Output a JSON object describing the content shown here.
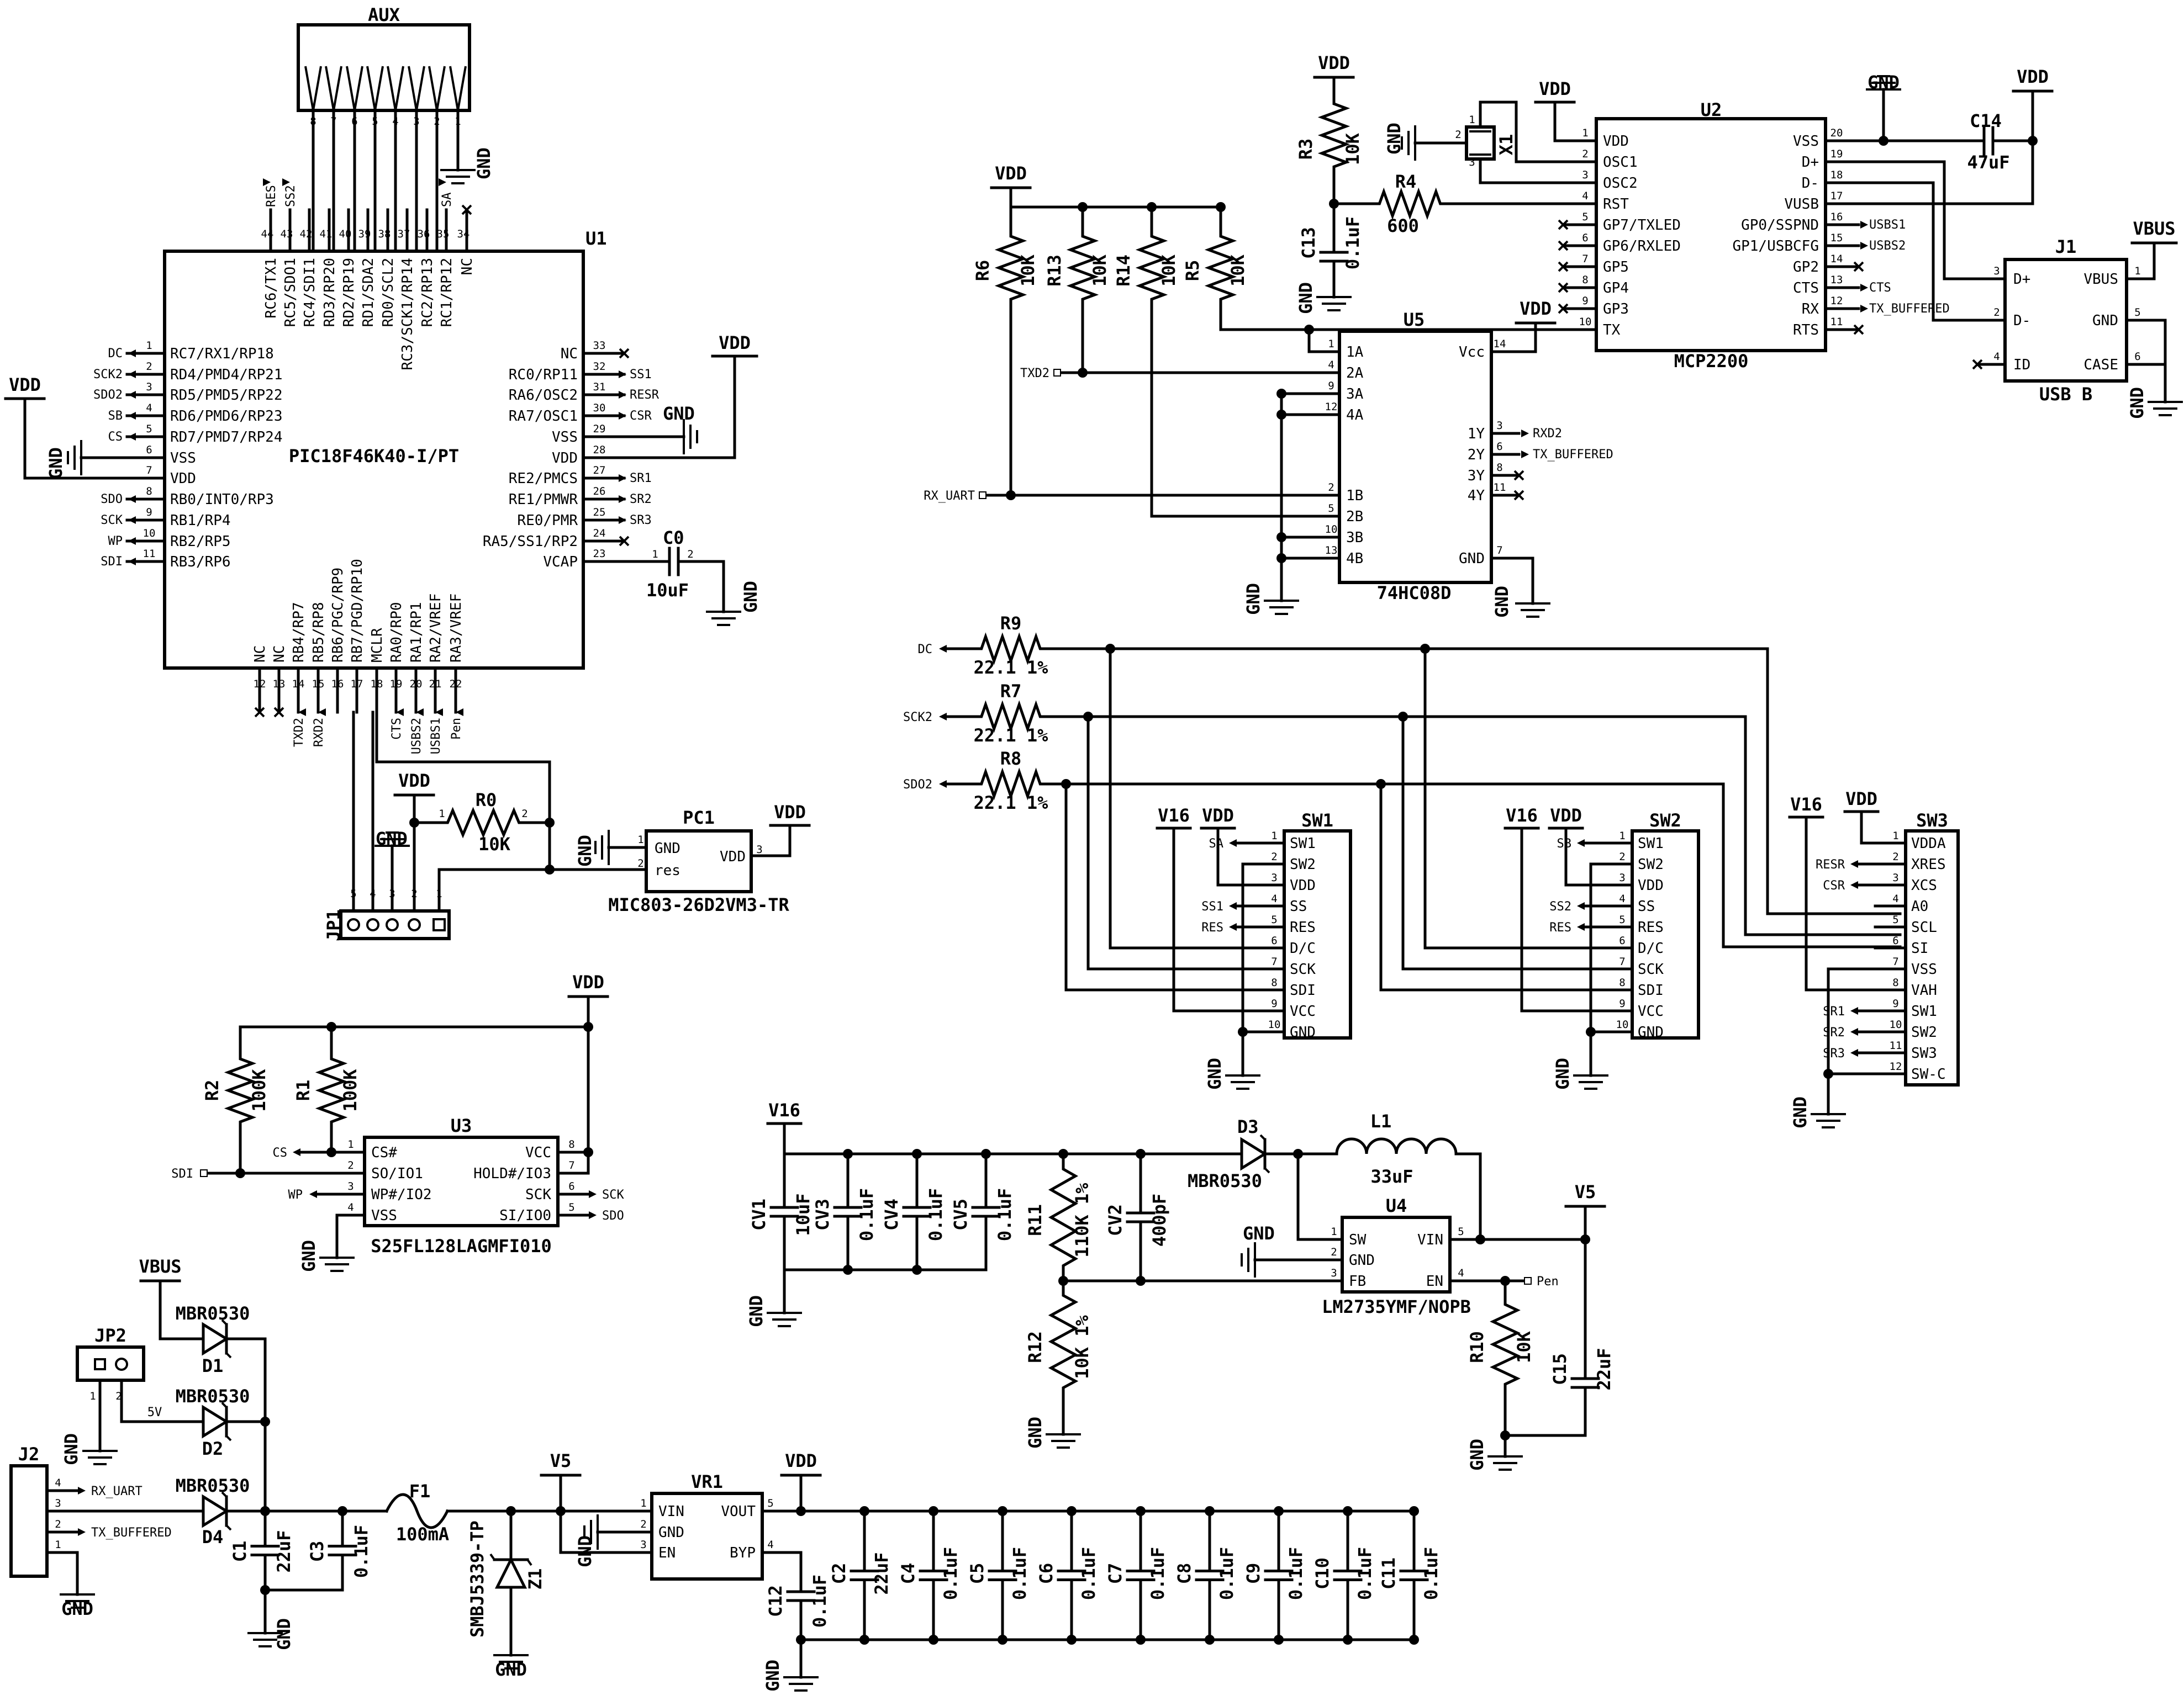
{
  "rails": {
    "vdd": "VDD",
    "gnd": "GND",
    "v16": "V16",
    "v5": "V5",
    "vbus": "VBUS"
  },
  "aux": {
    "ref": "AUX",
    "pins": [
      "8",
      "7",
      "6",
      "5",
      "4",
      "3",
      "2",
      "1"
    ]
  },
  "u1": {
    "ref": "U1",
    "part": "PIC18F46K40-I/PT",
    "top_pins": [
      [
        "44",
        "RC6/TX1"
      ],
      [
        "43",
        "RC5/SDO1"
      ],
      [
        "42",
        "RC4/SDI1"
      ],
      [
        "41",
        "RD3/RP20"
      ],
      [
        "40",
        "RD2/RP19"
      ],
      [
        "39",
        "RD1/SDA2"
      ],
      [
        "38",
        "RD0/SCL2"
      ],
      [
        "37",
        "RC3/SCK1/RP14"
      ],
      [
        "36",
        "RC2/RP13"
      ],
      [
        "35",
        "RC1/RP12"
      ],
      [
        "34",
        "NC"
      ]
    ],
    "top_nets": [
      "RES",
      "SS2",
      "",
      "",
      "",
      "",
      "",
      "",
      "",
      "SA",
      ""
    ],
    "left_pins": [
      [
        "1",
        "RC7/RX1/RP18"
      ],
      [
        "2",
        "RD4/PMD4/RP21"
      ],
      [
        "3",
        "RD5/PMD5/RP22"
      ],
      [
        "4",
        "RD6/PMD6/RP23"
      ],
      [
        "5",
        "RD7/PMD7/RP24"
      ],
      [
        "6",
        "VSS"
      ],
      [
        "7",
        "VDD"
      ],
      [
        "8",
        "RB0/INT0/RP3"
      ],
      [
        "9",
        "RB1/RP4"
      ],
      [
        "10",
        "RB2/RP5"
      ],
      [
        "11",
        "RB3/RP6"
      ]
    ],
    "left_nets": [
      "DC",
      "SCK2",
      "SDO2",
      "SB",
      "CS",
      "",
      "",
      "SDO",
      "SCK",
      "WP",
      "SDI"
    ],
    "right_pins": [
      [
        "33",
        "NC"
      ],
      [
        "32",
        "RC0/RP11"
      ],
      [
        "31",
        "RA6/OSC2"
      ],
      [
        "30",
        "RA7/OSC1"
      ],
      [
        "29",
        "VSS"
      ],
      [
        "28",
        "VDD"
      ],
      [
        "27",
        "RE2/PMCS"
      ],
      [
        "26",
        "RE1/PMWR"
      ],
      [
        "25",
        "RE0/PMR"
      ],
      [
        "24",
        "RA5/SS1/RP2"
      ],
      [
        "23",
        "VCAP"
      ]
    ],
    "right_nets": [
      "",
      "SS1",
      "RESR",
      "CSR",
      "",
      "",
      "SR1",
      "SR2",
      "SR3",
      "",
      ""
    ],
    "bottom_pins": [
      [
        "12",
        "NC"
      ],
      [
        "13",
        "NC"
      ],
      [
        "14",
        "RB4/RP7"
      ],
      [
        "15",
        "RB5/RP8"
      ],
      [
        "16",
        "RB6/PGC/RP9"
      ],
      [
        "17",
        "RB7/PGD/RP10"
      ],
      [
        "18",
        "MCLR"
      ],
      [
        "19",
        "RA0/RP0"
      ],
      [
        "20",
        "RA1/RP1"
      ],
      [
        "21",
        "RA2/VREF"
      ],
      [
        "22",
        "RA3/VREF"
      ]
    ],
    "bottom_nets": [
      "",
      "",
      "TXD2",
      "RXD2",
      "",
      "",
      "",
      "CTS",
      "USBS2",
      "USBS1",
      "Pen"
    ]
  },
  "c0": {
    "ref": "C0",
    "value": "10uF",
    "pins": [
      "1",
      "2"
    ]
  },
  "r0": {
    "ref": "R0",
    "value": "10K",
    "pins": [
      "1",
      "2"
    ]
  },
  "jp1": {
    "ref": "JP1",
    "pins": [
      "5",
      "4",
      "3",
      "2",
      "1"
    ]
  },
  "pc1": {
    "ref": "PC1",
    "part": "MIC803-26D2VM3-TR",
    "pins": {
      "gnd": "GND",
      "res": "res",
      "vdd": "VDD",
      "n1": "1",
      "n2": "2",
      "n3": "3"
    }
  },
  "u2": {
    "ref": "U2",
    "part": "MCP2200",
    "left_pins": [
      [
        "1",
        "VDD"
      ],
      [
        "2",
        "OSC1"
      ],
      [
        "3",
        "OSC2"
      ],
      [
        "4",
        "RST"
      ],
      [
        "5",
        "GP7/TXLED"
      ],
      [
        "6",
        "GP6/RXLED"
      ],
      [
        "7",
        "GP5"
      ],
      [
        "8",
        "GP4"
      ],
      [
        "9",
        "GP3"
      ],
      [
        "10",
        "TX"
      ]
    ],
    "right_pins": [
      [
        "20",
        "VSS"
      ],
      [
        "19",
        "D+"
      ],
      [
        "18",
        "D-"
      ],
      [
        "17",
        "VUSB"
      ],
      [
        "16",
        "GP0/SSPND"
      ],
      [
        "15",
        "GP1/USBCFG"
      ],
      [
        "14",
        "GP2"
      ],
      [
        "13",
        "CTS"
      ],
      [
        "12",
        "RX"
      ],
      [
        "11",
        "RTS"
      ]
    ],
    "right_nets": [
      "",
      "",
      "",
      "",
      "USBS1",
      "USBS2",
      "",
      "CTS",
      "TX_BUFFERED",
      ""
    ]
  },
  "x1": {
    "ref": "X1",
    "pins": [
      "1",
      "2",
      "3"
    ]
  },
  "r3": {
    "ref": "R3",
    "value": "10K"
  },
  "r4": {
    "ref": "R4",
    "value": "600"
  },
  "c13": {
    "ref": "C13",
    "value": "0.1uF"
  },
  "c14": {
    "ref": "C14",
    "value": "47uF"
  },
  "j1": {
    "ref": "J1",
    "part": "USB B",
    "left_pins": [
      [
        "3",
        "D+"
      ],
      [
        "2",
        "D-"
      ],
      [
        "4",
        "ID"
      ]
    ],
    "right_pins": [
      [
        "1",
        "VBUS"
      ],
      [
        "5",
        "GND"
      ],
      [
        "6",
        "CASE"
      ]
    ]
  },
  "u5": {
    "ref": "U5",
    "part": "74HC08D",
    "left_pins": [
      [
        "1",
        "1A"
      ],
      [
        "4",
        "2A"
      ],
      [
        "9",
        "3A"
      ],
      [
        "12",
        "4A"
      ],
      [
        "2",
        "1B"
      ],
      [
        "5",
        "2B"
      ],
      [
        "10",
        "3B"
      ],
      [
        "13",
        "4B"
      ]
    ],
    "right_pins": [
      [
        "14",
        "Vcc"
      ],
      [
        "3",
        "1Y"
      ],
      [
        "6",
        "2Y"
      ],
      [
        "8",
        "3Y"
      ],
      [
        "11",
        "4Y"
      ],
      [
        "7",
        "GND"
      ]
    ],
    "right_nets": [
      "",
      "RXD2",
      "TX_BUFFERED",
      "",
      "",
      ""
    ]
  },
  "pullups": [
    {
      "ref": "R6",
      "value": "10K"
    },
    {
      "ref": "R13",
      "value": "10K"
    },
    {
      "ref": "R14",
      "value": "10K"
    },
    {
      "ref": "R5",
      "value": "10K"
    }
  ],
  "u5_nets": {
    "txd2": "TXD2",
    "rx_uart": "RX_UART"
  },
  "series_r": [
    {
      "ref": "R9",
      "value": "22.1 1%",
      "net": "DC"
    },
    {
      "ref": "R7",
      "value": "22.1 1%",
      "net": "SCK2"
    },
    {
      "ref": "R8",
      "value": "22.1 1%",
      "net": "SDO2"
    }
  ],
  "sw1": {
    "ref": "SW1",
    "pins": [
      "SW1",
      "SW2",
      "VDD",
      "SS",
      "RES",
      "D/C",
      "SCK",
      "SDI",
      "VCC",
      "GND"
    ],
    "nets": [
      "SA",
      "",
      "",
      "SS1",
      "RES",
      "",
      "",
      "",
      "",
      ""
    ]
  },
  "sw2": {
    "ref": "SW2",
    "pins": [
      "SW1",
      "SW2",
      "VDD",
      "SS",
      "RES",
      "D/C",
      "SCK",
      "SDI",
      "VCC",
      "GND"
    ],
    "nets": [
      "SB",
      "",
      "",
      "SS2",
      "RES",
      "",
      "",
      "",
      "",
      ""
    ]
  },
  "sw3": {
    "ref": "SW3",
    "pins": [
      "VDDA",
      "XRES",
      "XCS",
      "A0",
      "SCL",
      "SI",
      "VSS",
      "VAH",
      "SW1",
      "SW2",
      "SW3",
      "SW-C"
    ],
    "nets": [
      "",
      "RESR",
      "CSR",
      "",
      "",
      "",
      "",
      "",
      "SR1",
      "SR2",
      "SR3",
      ""
    ]
  },
  "u3": {
    "ref": "U3",
    "part": "S25FL128LAGMFI010",
    "left_pins": [
      [
        "1",
        "CS#"
      ],
      [
        "2",
        "SO/IO1"
      ],
      [
        "3",
        "WP#/IO2"
      ],
      [
        "4",
        "VSS"
      ]
    ],
    "right_pins": [
      [
        "8",
        "VCC"
      ],
      [
        "7",
        "HOLD#/IO3"
      ],
      [
        "6",
        "SCK"
      ],
      [
        "5",
        "SI/IO0"
      ]
    ],
    "nets": {
      "sdi": "SDI",
      "cs": "CS",
      "wp": "WP",
      "sck": "SCK",
      "sdo": "SDO"
    }
  },
  "r1": {
    "ref": "R1",
    "value": "100K"
  },
  "r2": {
    "ref": "R2",
    "value": "100K"
  },
  "boost": {
    "cv1": {
      "ref": "CV1",
      "value": "10uF"
    },
    "cv3": {
      "ref": "CV3",
      "value": "0.1uF"
    },
    "cv4": {
      "ref": "CV4",
      "value": "0.1uF"
    },
    "cv5": {
      "ref": "CV5",
      "value": "0.1uF"
    },
    "r11": {
      "ref": "R11",
      "value": "110K 1%"
    },
    "cv2": {
      "ref": "CV2",
      "value": "400pF"
    },
    "r12": {
      "ref": "R12",
      "value": "10K 1%"
    },
    "d3": {
      "ref": "D3",
      "value": "MBR0530"
    },
    "l1": {
      "ref": "L1",
      "value": "33uF"
    },
    "u4": {
      "ref": "U4",
      "part": "LM2735YMF/NOPB",
      "left_pins": [
        [
          "1",
          "SW"
        ],
        [
          "2",
          "GND"
        ],
        [
          "3",
          "FB"
        ]
      ],
      "right_pins": [
        [
          "5",
          "VIN"
        ],
        [
          "4",
          "EN"
        ]
      ]
    },
    "r10": {
      "ref": "R10",
      "value": "10K"
    },
    "c15": {
      "ref": "C15",
      "value": "22uF"
    },
    "pen": "Pen"
  },
  "power_in": {
    "jp2": {
      "ref": "JP2",
      "pins": [
        "1",
        "2"
      ]
    },
    "d1": {
      "ref": "D1",
      "value": "MBR0530"
    },
    "d2": {
      "ref": "D2",
      "value": "MBR0530"
    },
    "d4": {
      "ref": "D4",
      "value": "MBR0530"
    },
    "j2": {
      "ref": "J2",
      "pins": [
        "4",
        "3",
        "2",
        "1"
      ],
      "nets": [
        "RX_UART",
        "TX_BUFFERED"
      ]
    },
    "five_v": "5V",
    "c1": {
      "ref": "C1",
      "value": "22uF"
    },
    "c3": {
      "ref": "C3",
      "value": "0.1uF"
    },
    "f1": {
      "ref": "F1",
      "value": "100mA"
    },
    "z1": {
      "ref": "Z1",
      "value": "SMBJ5339-TP"
    },
    "vr1": {
      "ref": "VR1",
      "left_pins": [
        [
          "1",
          "VIN"
        ],
        [
          "2",
          "GND"
        ],
        [
          "3",
          "EN"
        ]
      ],
      "right_pins": [
        [
          "5",
          "VOUT"
        ],
        [
          "4",
          "BYP"
        ]
      ]
    },
    "c12": {
      "ref": "C12",
      "value": "0.1uF"
    },
    "caps": [
      {
        "ref": "C2",
        "value": "22uF"
      },
      {
        "ref": "C4",
        "value": "0.1uF"
      },
      {
        "ref": "C5",
        "value": "0.1uF"
      },
      {
        "ref": "C6",
        "value": "0.1uF"
      },
      {
        "ref": "C7",
        "value": "0.1uF"
      },
      {
        "ref": "C8",
        "value": "0.1uF"
      },
      {
        "ref": "C9",
        "value": "0.1uF"
      },
      {
        "ref": "C10",
        "value": "0.1uF"
      },
      {
        "ref": "C11",
        "value": "0.1uF"
      }
    ]
  }
}
